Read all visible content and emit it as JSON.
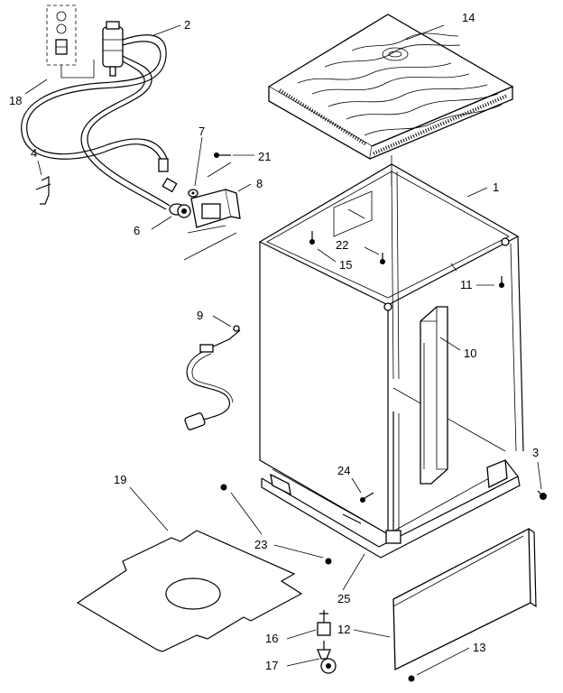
{
  "callouts": {
    "c1": "1",
    "c2": "2",
    "c3": "3",
    "c4": "4",
    "c6": "6",
    "c7": "7",
    "c8": "8",
    "c9": "9",
    "c10": "10",
    "c11": "11",
    "c12": "12",
    "c13": "13",
    "c14": "14",
    "c15": "15",
    "c16": "16",
    "c17": "17",
    "c18": "18",
    "c19": "19",
    "c21": "21",
    "c22": "22",
    "c23": "23",
    "c24": "24",
    "c25": "25"
  }
}
